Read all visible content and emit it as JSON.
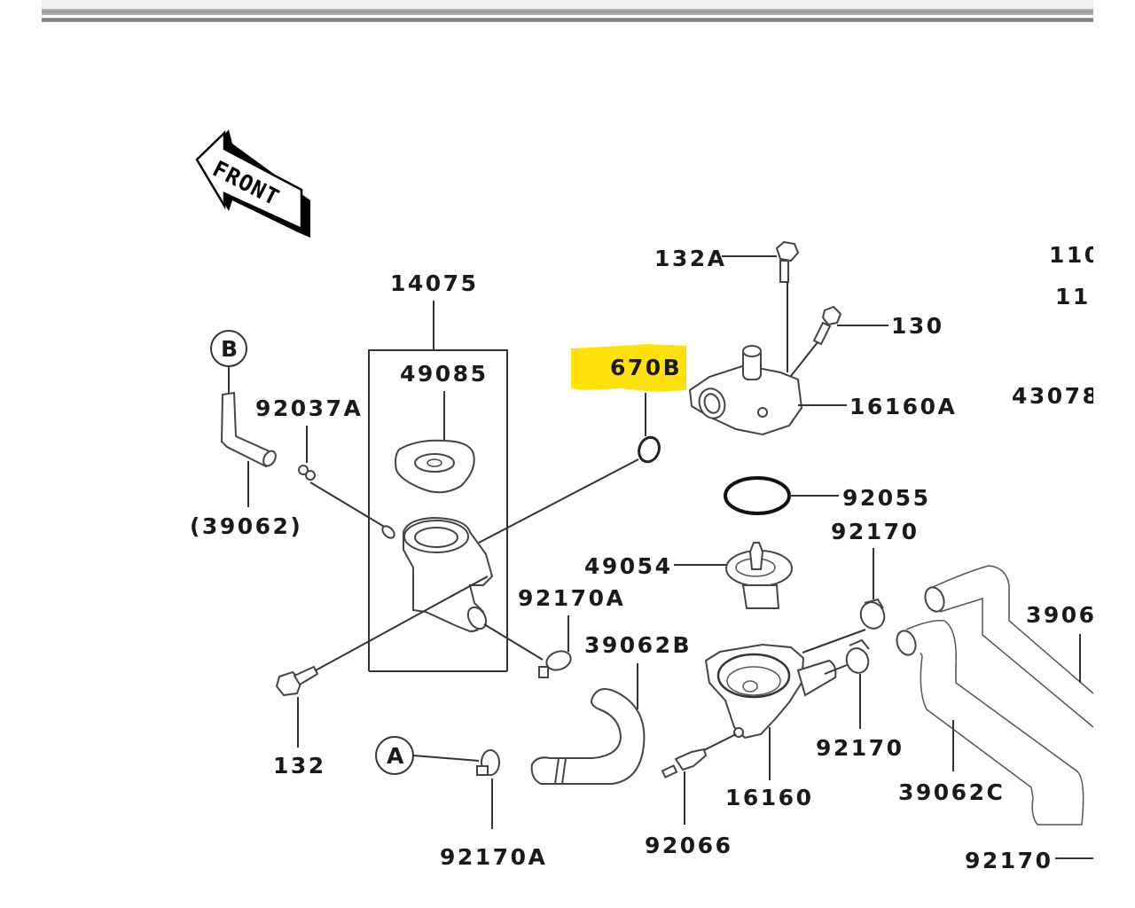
{
  "page": {
    "title": "Kawasaki parts fiche - cooling system / thermostat",
    "highlight_color": "#ffe10a"
  },
  "front_indicator": {
    "label": "FRONT",
    "icon": "front-direction-arrow-icon"
  },
  "reference_markers": [
    {
      "id": "B",
      "label": "B"
    },
    {
      "id": "A",
      "label": "A"
    }
  ],
  "callouts": [
    {
      "id": "14075",
      "label": "14075",
      "part": "reservoir-filler-neck-assembly"
    },
    {
      "id": "49085",
      "label": "49085",
      "part": "radiator-cap"
    },
    {
      "id": "92037A",
      "label": "92037A",
      "part": "clamp"
    },
    {
      "id": "39062-paren",
      "label": "(39062)",
      "part": "hose"
    },
    {
      "id": "670B",
      "label": "670B",
      "part": "o-ring",
      "highlighted": true
    },
    {
      "id": "132A",
      "label": "132A",
      "part": "bolt"
    },
    {
      "id": "130",
      "label": "130",
      "part": "bolt"
    },
    {
      "id": "16160A",
      "label": "16160A",
      "part": "thermostat-cover"
    },
    {
      "id": "92055",
      "label": "92055",
      "part": "o-ring"
    },
    {
      "id": "92170-top",
      "label": "92170",
      "part": "clamp"
    },
    {
      "id": "49054",
      "label": "49054",
      "part": "thermostat"
    },
    {
      "id": "92170A-mid",
      "label": "92170A",
      "part": "clamp"
    },
    {
      "id": "39062B",
      "label": "39062B",
      "part": "hose"
    },
    {
      "id": "132",
      "label": "132",
      "part": "bolt"
    },
    {
      "id": "92170A-bottom",
      "label": "92170A",
      "part": "clamp"
    },
    {
      "id": "92066",
      "label": "92066",
      "part": "sensor"
    },
    {
      "id": "16160",
      "label": "16160",
      "part": "thermostat-housing"
    },
    {
      "id": "92170-mid",
      "label": "92170",
      "part": "clamp"
    },
    {
      "id": "39062C",
      "label": "39062C",
      "part": "hose"
    },
    {
      "id": "92170-bottom",
      "label": "92170",
      "part": "clamp"
    },
    {
      "id": "110-a",
      "label": "110",
      "part": "cut-off"
    },
    {
      "id": "110-b",
      "label": "11",
      "part": "cut-off"
    },
    {
      "id": "43078",
      "label": "43078",
      "part": "cut-off"
    },
    {
      "id": "3906",
      "label": "3906",
      "part": "cut-off hose"
    }
  ]
}
